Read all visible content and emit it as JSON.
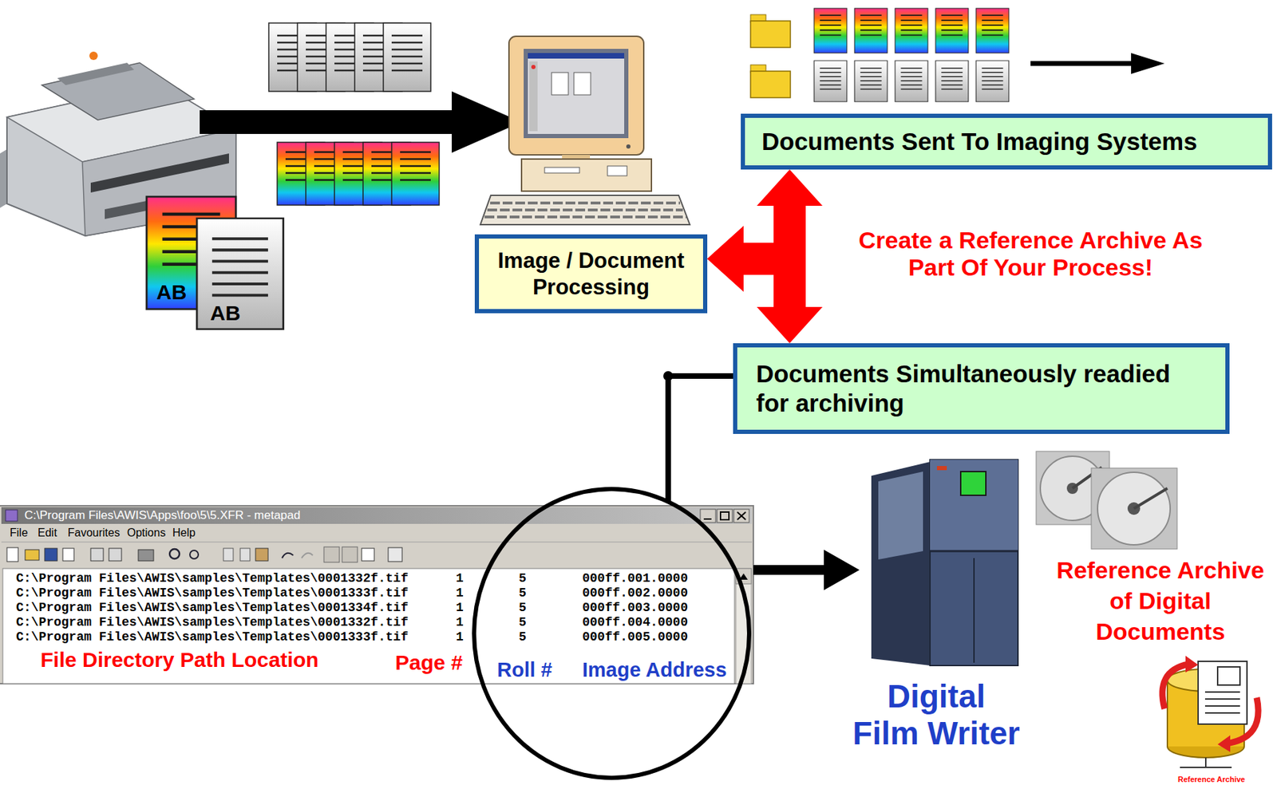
{
  "diagram": {
    "nodes": [
      {
        "text": [
          "Image / Document Processing"
        ]
      },
      {
        "text": [
          "Documents Sent To Imaging Systems"
        ]
      },
      {
        "text": [
          "Documents Simultaneously readied for archiving"
        ]
      },
      {
        "text": [
          "Roll #",
          "Image Address"
        ]
      }
    ],
    "edges": [
      {
        "from": 0,
        "to": 1,
        "arrow": "both"
      },
      {
        "from": 0,
        "to": 2,
        "arrow": "both"
      },
      {
        "from": 2,
        "to": 3,
        "arrow": "none"
      }
    ],
    "labels": [
      "AB",
      "AB",
      "Create a Reference Archive As Part Of Your Process!",
      "C:\\Program Files\\AWIS\\Apps\\foo\\5\\5.XFR - metapad",
      "File",
      "Edit",
      "Favourites",
      "Options",
      "Help",
      "C:\\Program Files\\AWIS\\samples\\Templates\\0001332f.tif",
      "1",
      "5",
      "000ff.001.0000",
      "C:\\Program Files\\AWIS\\samples\\Templates\\0001333f.tif",
      "1",
      "5",
      "000ff.002.0000",
      "C:\\Program Files\\AWIS\\samples\\Templates\\0001334f.tif",
      "1",
      "5",
      "000ff.003.0000",
      "C:\\Program Files\\AWIS\\samples\\Templates\\0001332f.tif",
      "1",
      "5",
      "000ff.004.0000",
      "C:\\Program Files\\AWIS\\samples\\Templates\\0001333f.tif",
      "1",
      "5",
      "000ff.005.0000",
      "File Directory Path Location",
      "Page #",
      "Digital Film Writer",
      "Reference Archive of Digital Documents",
      "Reference Archive"
    ]
  }
}
